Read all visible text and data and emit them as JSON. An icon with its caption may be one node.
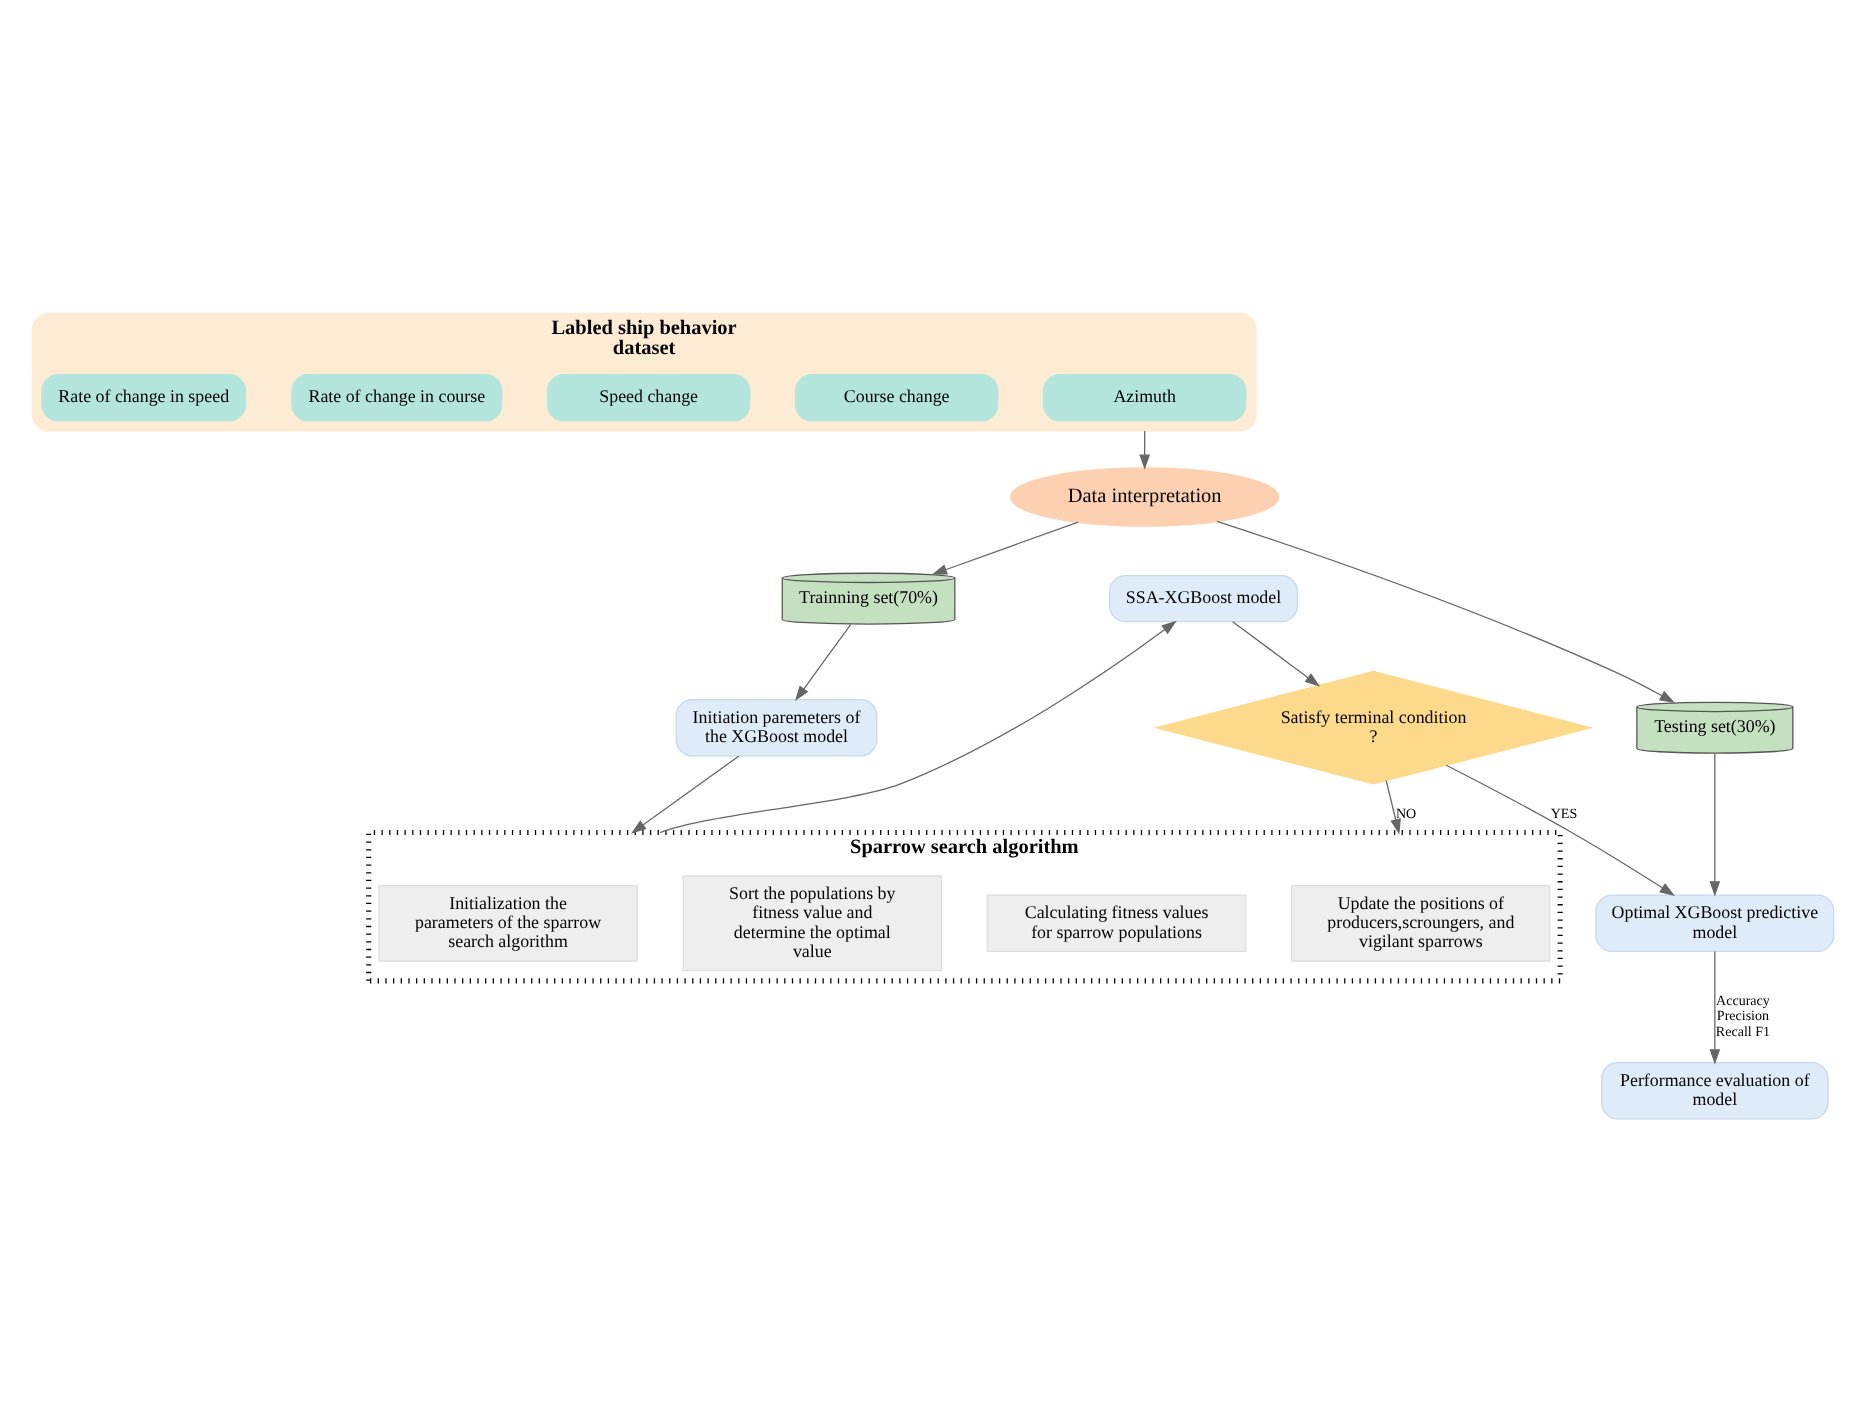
{
  "diagram": {
    "nodes": [
      {
        "text": [
          "Data interpretation"
        ]
      },
      {
        "text": [
          "Labled ship behavior dataset"
        ]
      },
      {
        "text": [
          "Azimuth"
        ],
        "in": 1
      },
      {
        "text": [
          "Course change"
        ],
        "in": 1
      },
      {
        "text": [
          "Speed change"
        ],
        "in": 1
      },
      {
        "text": [
          "Rate of change in course"
        ],
        "in": 1
      },
      {
        "text": [
          "Rate of change in speed"
        ],
        "in": 1
      },
      {
        "text": [
          "Trainning set(70%)"
        ]
      },
      {
        "text": [
          "Testing set(30%)"
        ]
      },
      {
        "text": [
          "Initiation paremeters of the XGBoost model"
        ]
      },
      {
        "text": [
          "Sparrow search algorithm"
        ]
      },
      {
        "text": [
          "Initialization the parameters of the sparrow search algorithm"
        ],
        "in": 10
      },
      {
        "text": [
          "Calculating fitness values for sparrow populations"
        ],
        "in": 10
      },
      {
        "text": [
          "Sort the populations by fitness value and determine the optimal value"
        ],
        "in": 10
      },
      {
        "text": [
          "Update the positions of producers,scroungers, and vigilant sparrows"
        ],
        "in": 10
      },
      {
        "text": [
          "SSA-XGBoost model"
        ]
      },
      {
        "text": [
          "Satisfy terminal condition ?"
        ]
      },
      {
        "text": [
          "Optimal XGBoost predictive model"
        ]
      },
      {
        "text": [
          "Performance evaluation of  model"
        ]
      }
    ],
    "edges": [
      {
        "from": 1,
        "to": 0,
        "arrow": "to"
      },
      {
        "from": 0,
        "to": 7,
        "arrow": "to"
      },
      {
        "from": 0,
        "to": 8,
        "arrow": "to"
      },
      {
        "from": 7,
        "to": 9,
        "arrow": "to"
      },
      {
        "from": 9,
        "to": 10,
        "arrow": "to"
      },
      {
        "from": 10,
        "to": 15,
        "arrow": "to"
      },
      {
        "from": 15,
        "to": 16,
        "arrow": "to"
      },
      {
        "from": 16,
        "to": 10,
        "arrow": "to",
        "label": "NO"
      },
      {
        "from": 16,
        "to": 17,
        "arrow": "to",
        "label": "YES"
      },
      {
        "from": 8,
        "to": 17,
        "arrow": "to"
      },
      {
        "from": 17,
        "to": 18,
        "arrow": "to",
        "label": "Accuracy Precision Recall F1"
      }
    ]
  }
}
